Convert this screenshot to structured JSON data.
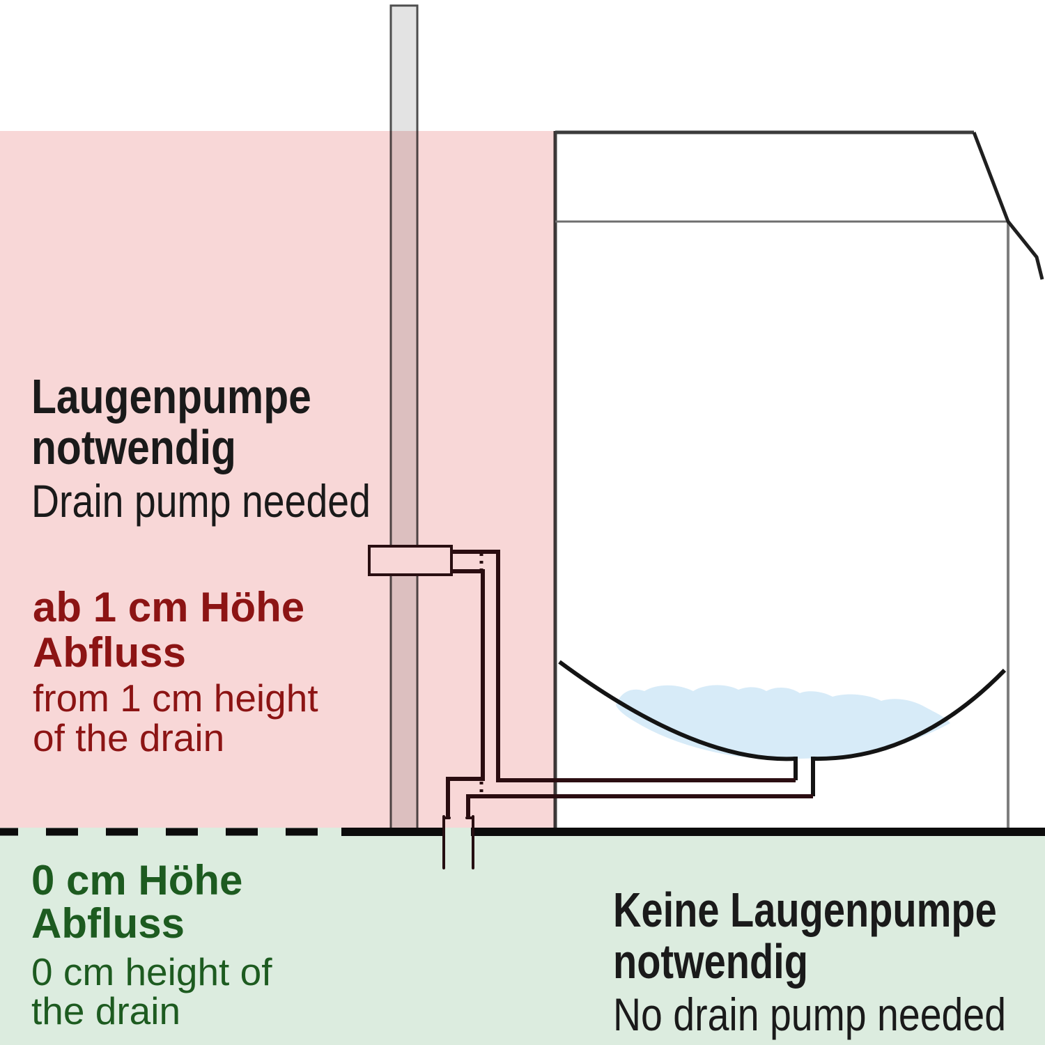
{
  "pump_zone": {
    "title_line1": "Laugenpumpe",
    "title_line2": "notwendig",
    "subtitle": "Drain pump needed",
    "height_line1": "ab 1 cm Höhe",
    "height_line2": "Abfluss",
    "height_sub1": "from 1 cm height",
    "height_sub2": "of the drain"
  },
  "no_pump_zone": {
    "height_line1": "0 cm Höhe",
    "height_line2": "Abfluss",
    "height_sub1": "0 cm height of",
    "height_sub2": "the drain",
    "title_line1": "Keine Laugenpumpe",
    "title_line2": "notwendig",
    "subtitle": "No drain pump needed"
  },
  "colors": {
    "pink_zone": "#f8d7d7",
    "green_zone": "#dcecdf",
    "water": "#d7ebf8",
    "pipe_fill": "#e3e3e3",
    "pipe_stroke": "#4e4e4e",
    "hose": "#2b0e12",
    "fitting_stroke": "#2a1014",
    "machine_dark": "#3c3c3c",
    "machine_mid": "#6e6e6e",
    "machine_light": "#7e7e7e",
    "corner_diag": "#1f1f1f",
    "bowl": "#141414",
    "floor_line": "#0d0d0d",
    "red_text": "#8c1414",
    "green_text": "#1d5b20",
    "black_text": "#1a1a1a"
  }
}
